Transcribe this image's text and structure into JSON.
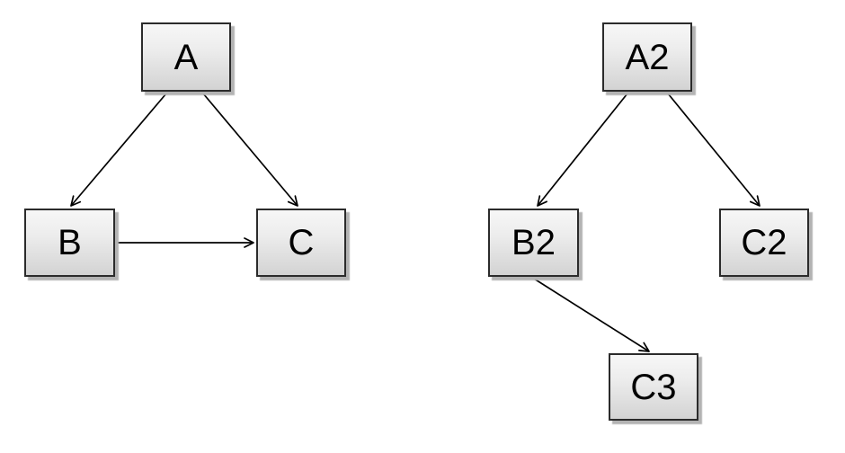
{
  "diagram": {
    "background_color": "#ffffff",
    "node_style": {
      "fill_top_color": "#f7f7f7",
      "fill_bottom_color": "#d3d3d3",
      "border_color": "#2b2b2b",
      "shadow_color": "#b3b3b3",
      "text_color": "#000000"
    },
    "edge_style": {
      "line_color": "#000000",
      "arrowhead": "open"
    },
    "graphs": [
      {
        "nodes": [
          {
            "id": "A",
            "label": "A"
          },
          {
            "id": "B",
            "label": "B"
          },
          {
            "id": "C",
            "label": "C"
          }
        ],
        "edges": [
          {
            "from": "A",
            "to": "B"
          },
          {
            "from": "A",
            "to": "C"
          },
          {
            "from": "B",
            "to": "C"
          }
        ]
      },
      {
        "nodes": [
          {
            "id": "A2",
            "label": "A2"
          },
          {
            "id": "B2",
            "label": "B2"
          },
          {
            "id": "C2",
            "label": "C2"
          },
          {
            "id": "C3",
            "label": "C3"
          }
        ],
        "edges": [
          {
            "from": "A2",
            "to": "B2"
          },
          {
            "from": "A2",
            "to": "C2"
          },
          {
            "from": "B2",
            "to": "C3"
          }
        ]
      }
    ]
  }
}
